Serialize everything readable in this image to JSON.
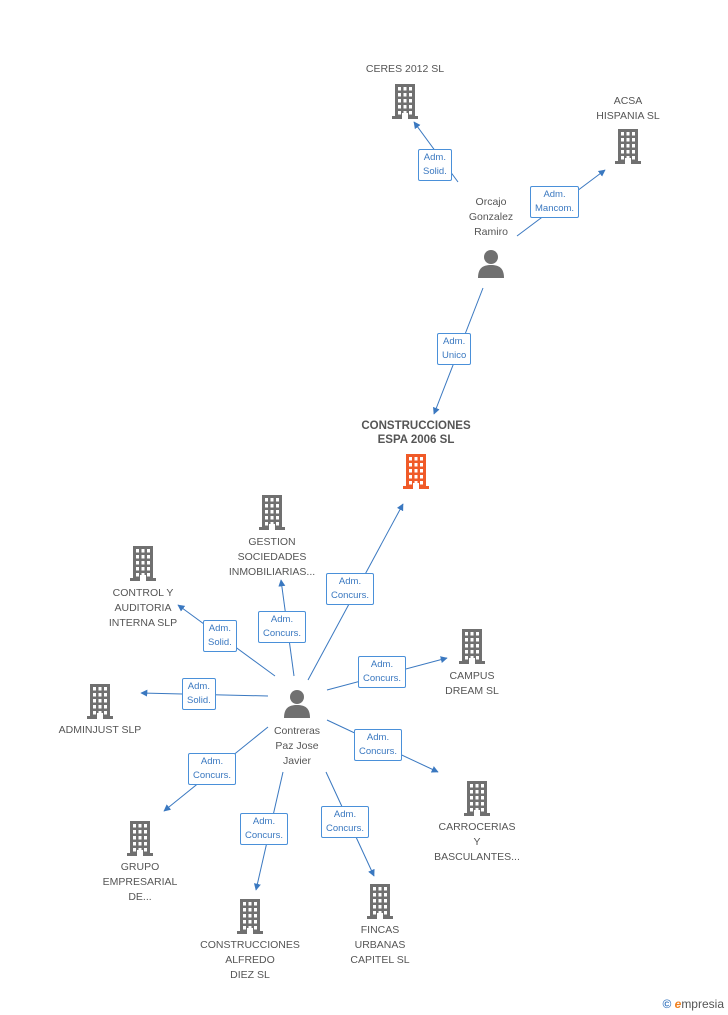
{
  "colors": {
    "edge": "#3a78c0",
    "icon": "#707070",
    "main_icon": "#f05a28"
  },
  "nodes": {
    "ceres": "CERES 2012 SL",
    "acsa": [
      "ACSA",
      "HISPANIA SL"
    ],
    "orcajo": [
      "Orcajo",
      "Gonzalez",
      "Ramiro"
    ],
    "main": [
      "CONSTRUCCIONES",
      "ESPA 2006 SL"
    ],
    "gestion": [
      "GESTION",
      "SOCIEDADES",
      "INMOBILIARIAS..."
    ],
    "control": [
      "CONTROL Y",
      "AUDITORIA",
      "INTERNA SLP"
    ],
    "campus": [
      "CAMPUS",
      "DREAM SL"
    ],
    "adminjust": "ADMINJUST SLP",
    "contreras": [
      "Contreras",
      "Paz Jose",
      "Javier"
    ],
    "carrocerias": [
      "CARROCERIAS",
      "Y",
      "BASCULANTES..."
    ],
    "grupo": [
      "GRUPO",
      "EMPRESARIAL",
      "DE..."
    ],
    "alfredo": [
      "CONSTRUCCIONES",
      "ALFREDO",
      "DIEZ SL"
    ],
    "fincas": [
      "FINCAS",
      "URBANAS",
      "CAPITEL SL"
    ]
  },
  "edges": {
    "orcajo_ceres": [
      "Adm.",
      "Solid."
    ],
    "orcajo_acsa": [
      "Adm.",
      "Mancom."
    ],
    "orcajo_main": [
      "Adm.",
      "Unico"
    ],
    "contreras_main": [
      "Adm.",
      "Concurs."
    ],
    "contreras_gestion": [
      "Adm.",
      "Concurs."
    ],
    "contreras_control": [
      "Adm.",
      "Solid."
    ],
    "contreras_campus": [
      "Adm.",
      "Concurs."
    ],
    "contreras_adminjust": [
      "Adm.",
      "Solid."
    ],
    "contreras_carrocerias": [
      "Adm.",
      "Concurs."
    ],
    "contreras_grupo": [
      "Adm.",
      "Concurs."
    ],
    "contreras_alfredo": [
      "Adm.",
      "Concurs."
    ],
    "contreras_fincas": [
      "Adm.",
      "Concurs."
    ]
  },
  "footer": {
    "copyright": "©",
    "brand_e": "e",
    "brand_rest": "mpresia"
  }
}
